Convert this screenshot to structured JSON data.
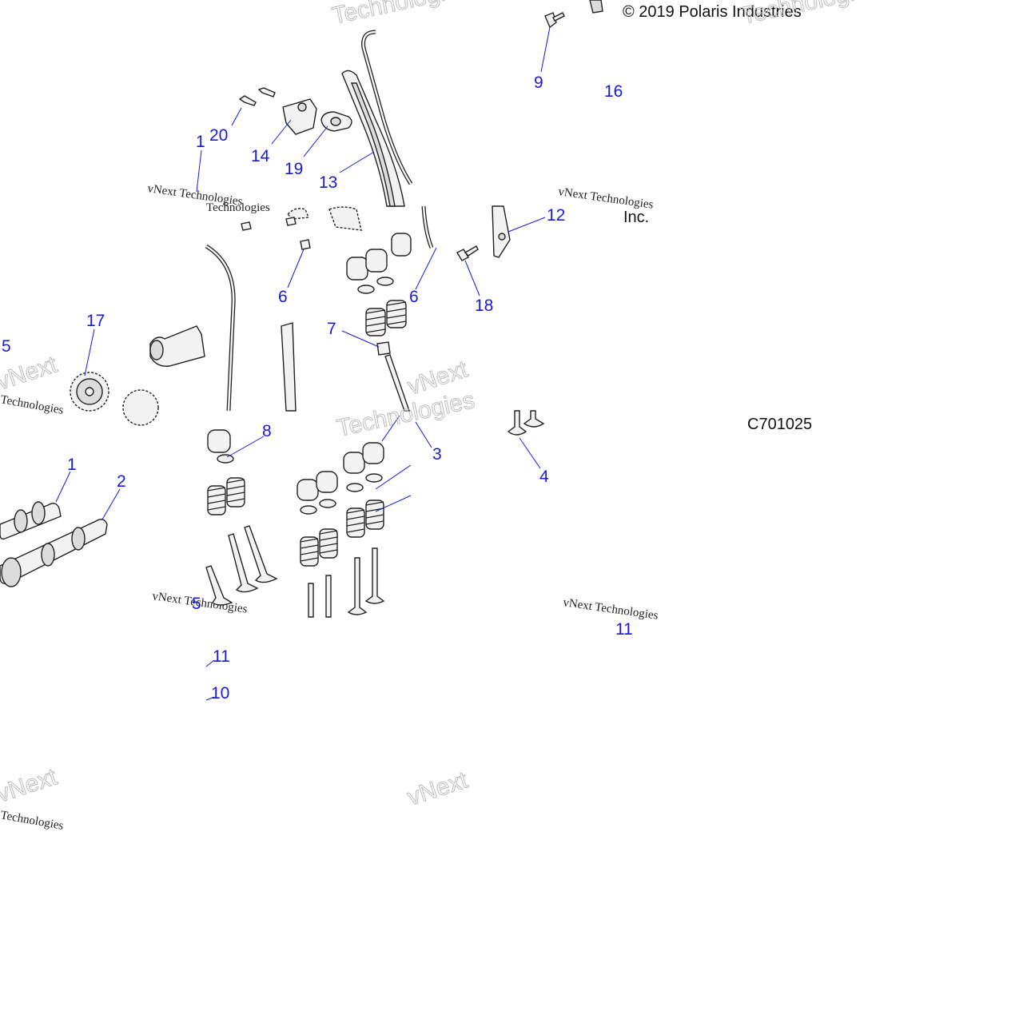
{
  "copyright": "© 2019 Polaris Industries",
  "inc_fragment": "Inc.",
  "diagram_code": "C701025",
  "callouts": {
    "c1": "1",
    "c1b": "1",
    "c2": "2",
    "c3": "3",
    "c4": "4",
    "c5a": "5",
    "c5b": "5",
    "c6a": "6",
    "c6b": "6",
    "c7": "7",
    "c8": "8",
    "c9": "9",
    "c10": "10",
    "c11a": "11",
    "c11b": "11",
    "c12": "12",
    "c13": "13",
    "c14": "14",
    "c16": "16",
    "c17": "17",
    "c18": "18",
    "c19": "19",
    "c20": "20"
  },
  "watermark": {
    "line1": "vNext Technologies",
    "line2": "Technologies",
    "line3": "vNext"
  }
}
